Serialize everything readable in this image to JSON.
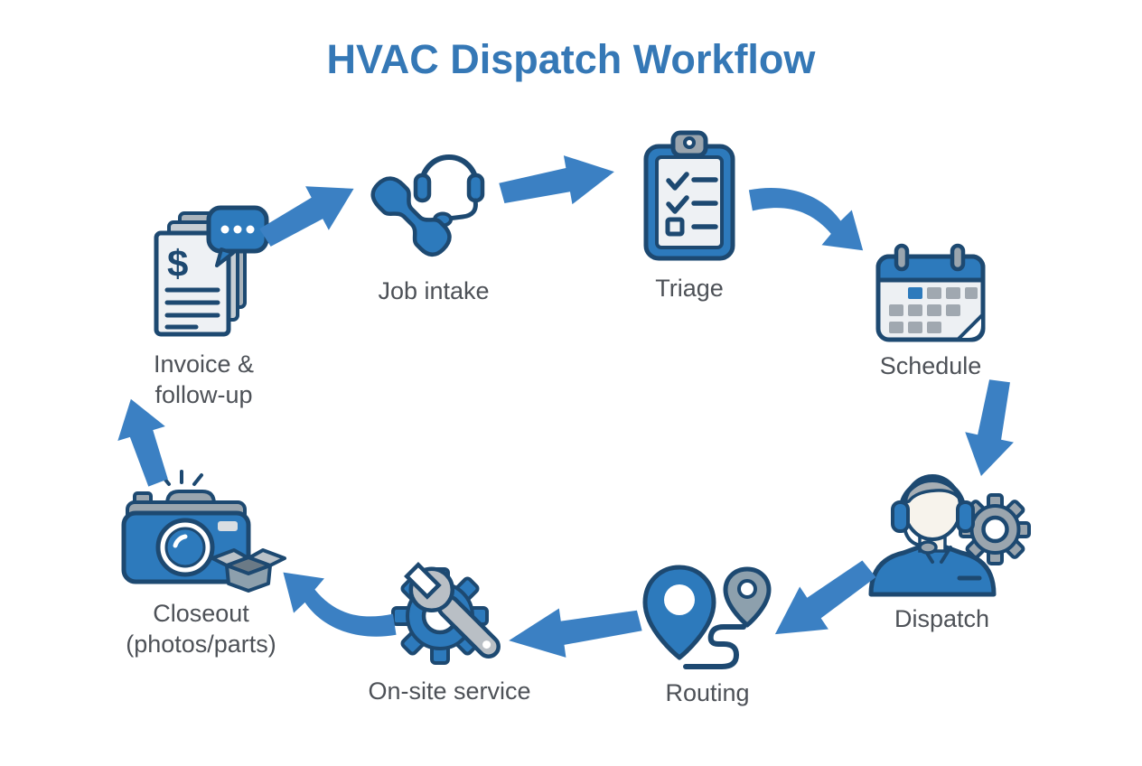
{
  "title": "HVAC Dispatch Workflow",
  "diagram_type": "circular workflow",
  "colors": {
    "title_blue": "#3578b6",
    "arrow_blue": "#3b80c3",
    "icon_blue": "#2d7abc",
    "outline_navy": "#1d4971",
    "icon_gray": "#9aa5ae",
    "paper_light": "#eef1f4",
    "label_gray": "#4d5157",
    "background": "#ffffff"
  },
  "steps": [
    {
      "id": "job-intake",
      "label": "Job intake",
      "icon": "phone-headset-icon"
    },
    {
      "id": "triage",
      "label": "Triage",
      "icon": "clipboard-checklist-icon"
    },
    {
      "id": "schedule",
      "label": "Schedule",
      "icon": "calendar-icon"
    },
    {
      "id": "dispatch",
      "label": "Dispatch",
      "icon": "dispatcher-headset-gear-icon"
    },
    {
      "id": "routing",
      "label": "Routing",
      "icon": "map-pins-route-icon"
    },
    {
      "id": "on-site-service",
      "label": "On-site service",
      "icon": "wrench-gear-icon"
    },
    {
      "id": "closeout",
      "label": "Closeout (photos/parts)",
      "icon": "camera-parts-box-icon"
    },
    {
      "id": "invoice-follow-up",
      "label": "Invoice & follow-up",
      "icon": "invoice-chat-icon"
    }
  ],
  "connections": [
    {
      "from": "job-intake",
      "to": "triage"
    },
    {
      "from": "triage",
      "to": "schedule"
    },
    {
      "from": "schedule",
      "to": "dispatch"
    },
    {
      "from": "dispatch",
      "to": "routing"
    },
    {
      "from": "routing",
      "to": "on-site-service"
    },
    {
      "from": "on-site-service",
      "to": "closeout"
    },
    {
      "from": "closeout",
      "to": "invoice-follow-up"
    },
    {
      "from": "invoice-follow-up",
      "to": "job-intake"
    }
  ]
}
